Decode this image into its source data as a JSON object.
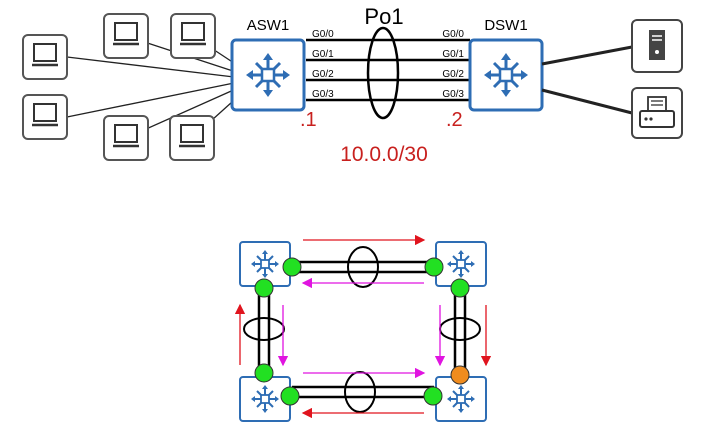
{
  "top": {
    "asw_label": "ASW1",
    "dsw_label": "DSW1",
    "bundle_label": "Po1",
    "ports_left": [
      "G0/0",
      "G0/1",
      "G0/2",
      "G0/3"
    ],
    "ports_right": [
      "G0/0",
      "G0/1",
      "G0/2",
      "G0/3"
    ],
    "asw_ip_suffix": ".1",
    "dsw_ip_suffix": ".2",
    "subnet": "10.0.0/30"
  },
  "colors": {
    "switch_stroke": "#2e6db4",
    "label_red": "#c8201e",
    "port_forwarding": "#22e022",
    "port_blocking": "#f08c1e",
    "arrow_red": "#e0141e",
    "arrow_magenta": "#e014e0"
  },
  "icons": {
    "switch": "multilayer-switch-icon",
    "pc": "pc-monitor-icon",
    "server": "server-icon",
    "printer": "printer-icon"
  }
}
